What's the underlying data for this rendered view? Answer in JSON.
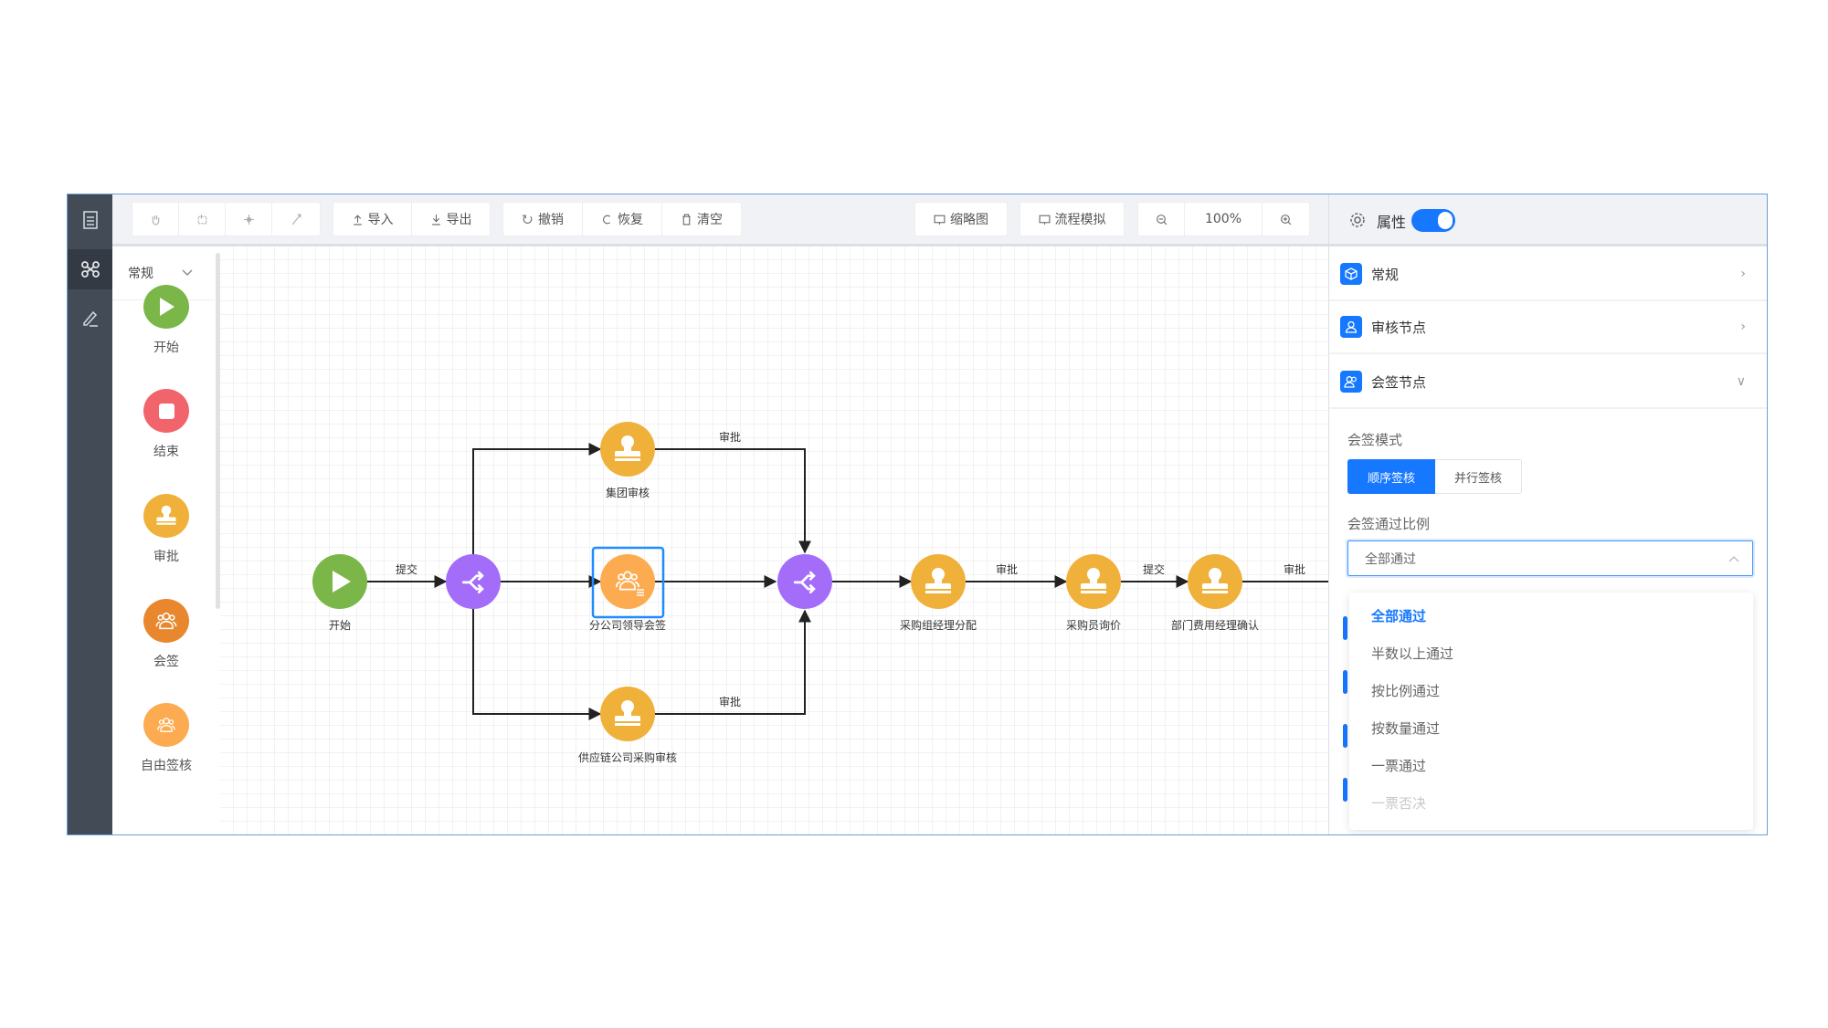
{
  "toolbar": {
    "icon_buttons": [
      "hand-tool",
      "lasso-select",
      "pan-move",
      "connect-tool"
    ],
    "import_label": "导入",
    "export_label": "导出",
    "undo_label": "撤销",
    "redo_label": "恢复",
    "clear_label": "清空",
    "minimap_label": "缩略图",
    "simulate_label": "流程模拟",
    "zoom_level": "100%"
  },
  "palette": {
    "category": "常规",
    "items": [
      {
        "label": "开始",
        "color": "#7ab648",
        "icon": "play-icon"
      },
      {
        "label": "结束",
        "color": "#f2646c",
        "icon": "stop-icon"
      },
      {
        "label": "审批",
        "color": "#f0b13a",
        "icon": "stamp-icon"
      },
      {
        "label": "会签",
        "color": "#e8872e",
        "icon": "group-icon"
      },
      {
        "label": "自由签核",
        "color": "#fdab50",
        "icon": "group-sign-icon"
      }
    ]
  },
  "canvas": {
    "nodes": {
      "start": "开始",
      "group_review": "集团审核",
      "branch_countersign": "分公司领导会签",
      "supply_review": "供应链公司采购审核",
      "purchase_manager": "采购组经理分配",
      "purchaser_quote": "采购员询价",
      "dept_manager": "部门费用经理确认"
    },
    "edges": {
      "start_to_gw": "提交",
      "group_to_gw2": "审批",
      "supply_to_gw2": "审批",
      "manager_to_quote": "审批",
      "quote_to_dept": "提交",
      "dept_out": "审批"
    },
    "selected_node": "分公司领导会签"
  },
  "properties": {
    "title": "属性",
    "toggle_on": true,
    "sections": [
      {
        "label": "常规",
        "expanded": false
      },
      {
        "label": "审核节点",
        "expanded": false
      },
      {
        "label": "会签节点",
        "expanded": true
      }
    ],
    "mode_label": "会签模式",
    "mode_options": [
      "顺序签核",
      "并行签核"
    ],
    "mode_selected": "顺序签核",
    "ratio_label": "会签通过比例",
    "ratio_value": "全部通过",
    "ratio_options": [
      "全部通过",
      "半数以上通过",
      "按比例通过",
      "按数量通过",
      "一票通过",
      "一票否决"
    ]
  },
  "colors": {
    "accent": "#1677ff",
    "rail": "#434b56",
    "gateway": "#a36dfa",
    "approve": "#f0b13a",
    "start": "#7ab648",
    "end": "#f2646c",
    "countersign": "#fdab50"
  }
}
